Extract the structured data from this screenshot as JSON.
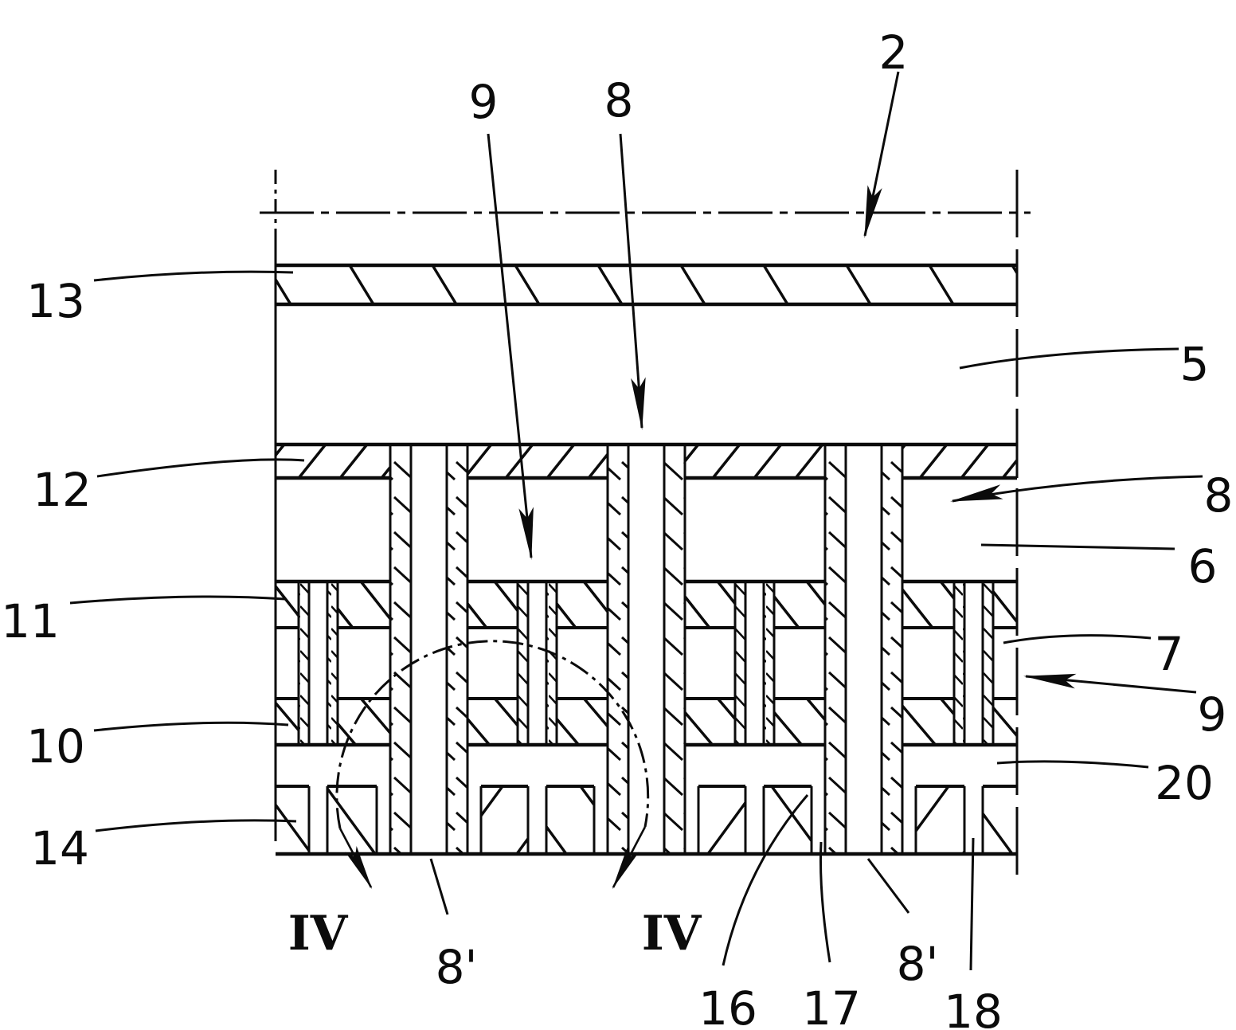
{
  "figure": {
    "type": "patent-cross-section",
    "labels": {
      "ref2": "2",
      "ref5": "5",
      "ref6": "6",
      "ref7": "7",
      "ref8_top": "8",
      "ref8_right": "8",
      "ref8prime_left": "8'",
      "ref8prime_right": "8'",
      "ref9_top": "9",
      "ref9_right": "9",
      "ref10": "10",
      "ref11": "11",
      "ref12": "12",
      "ref13": "13",
      "ref14": "14",
      "ref16": "16",
      "ref17": "17",
      "ref18": "18",
      "ref20": "20",
      "section_left": "IV",
      "section_right": "IV"
    }
  }
}
